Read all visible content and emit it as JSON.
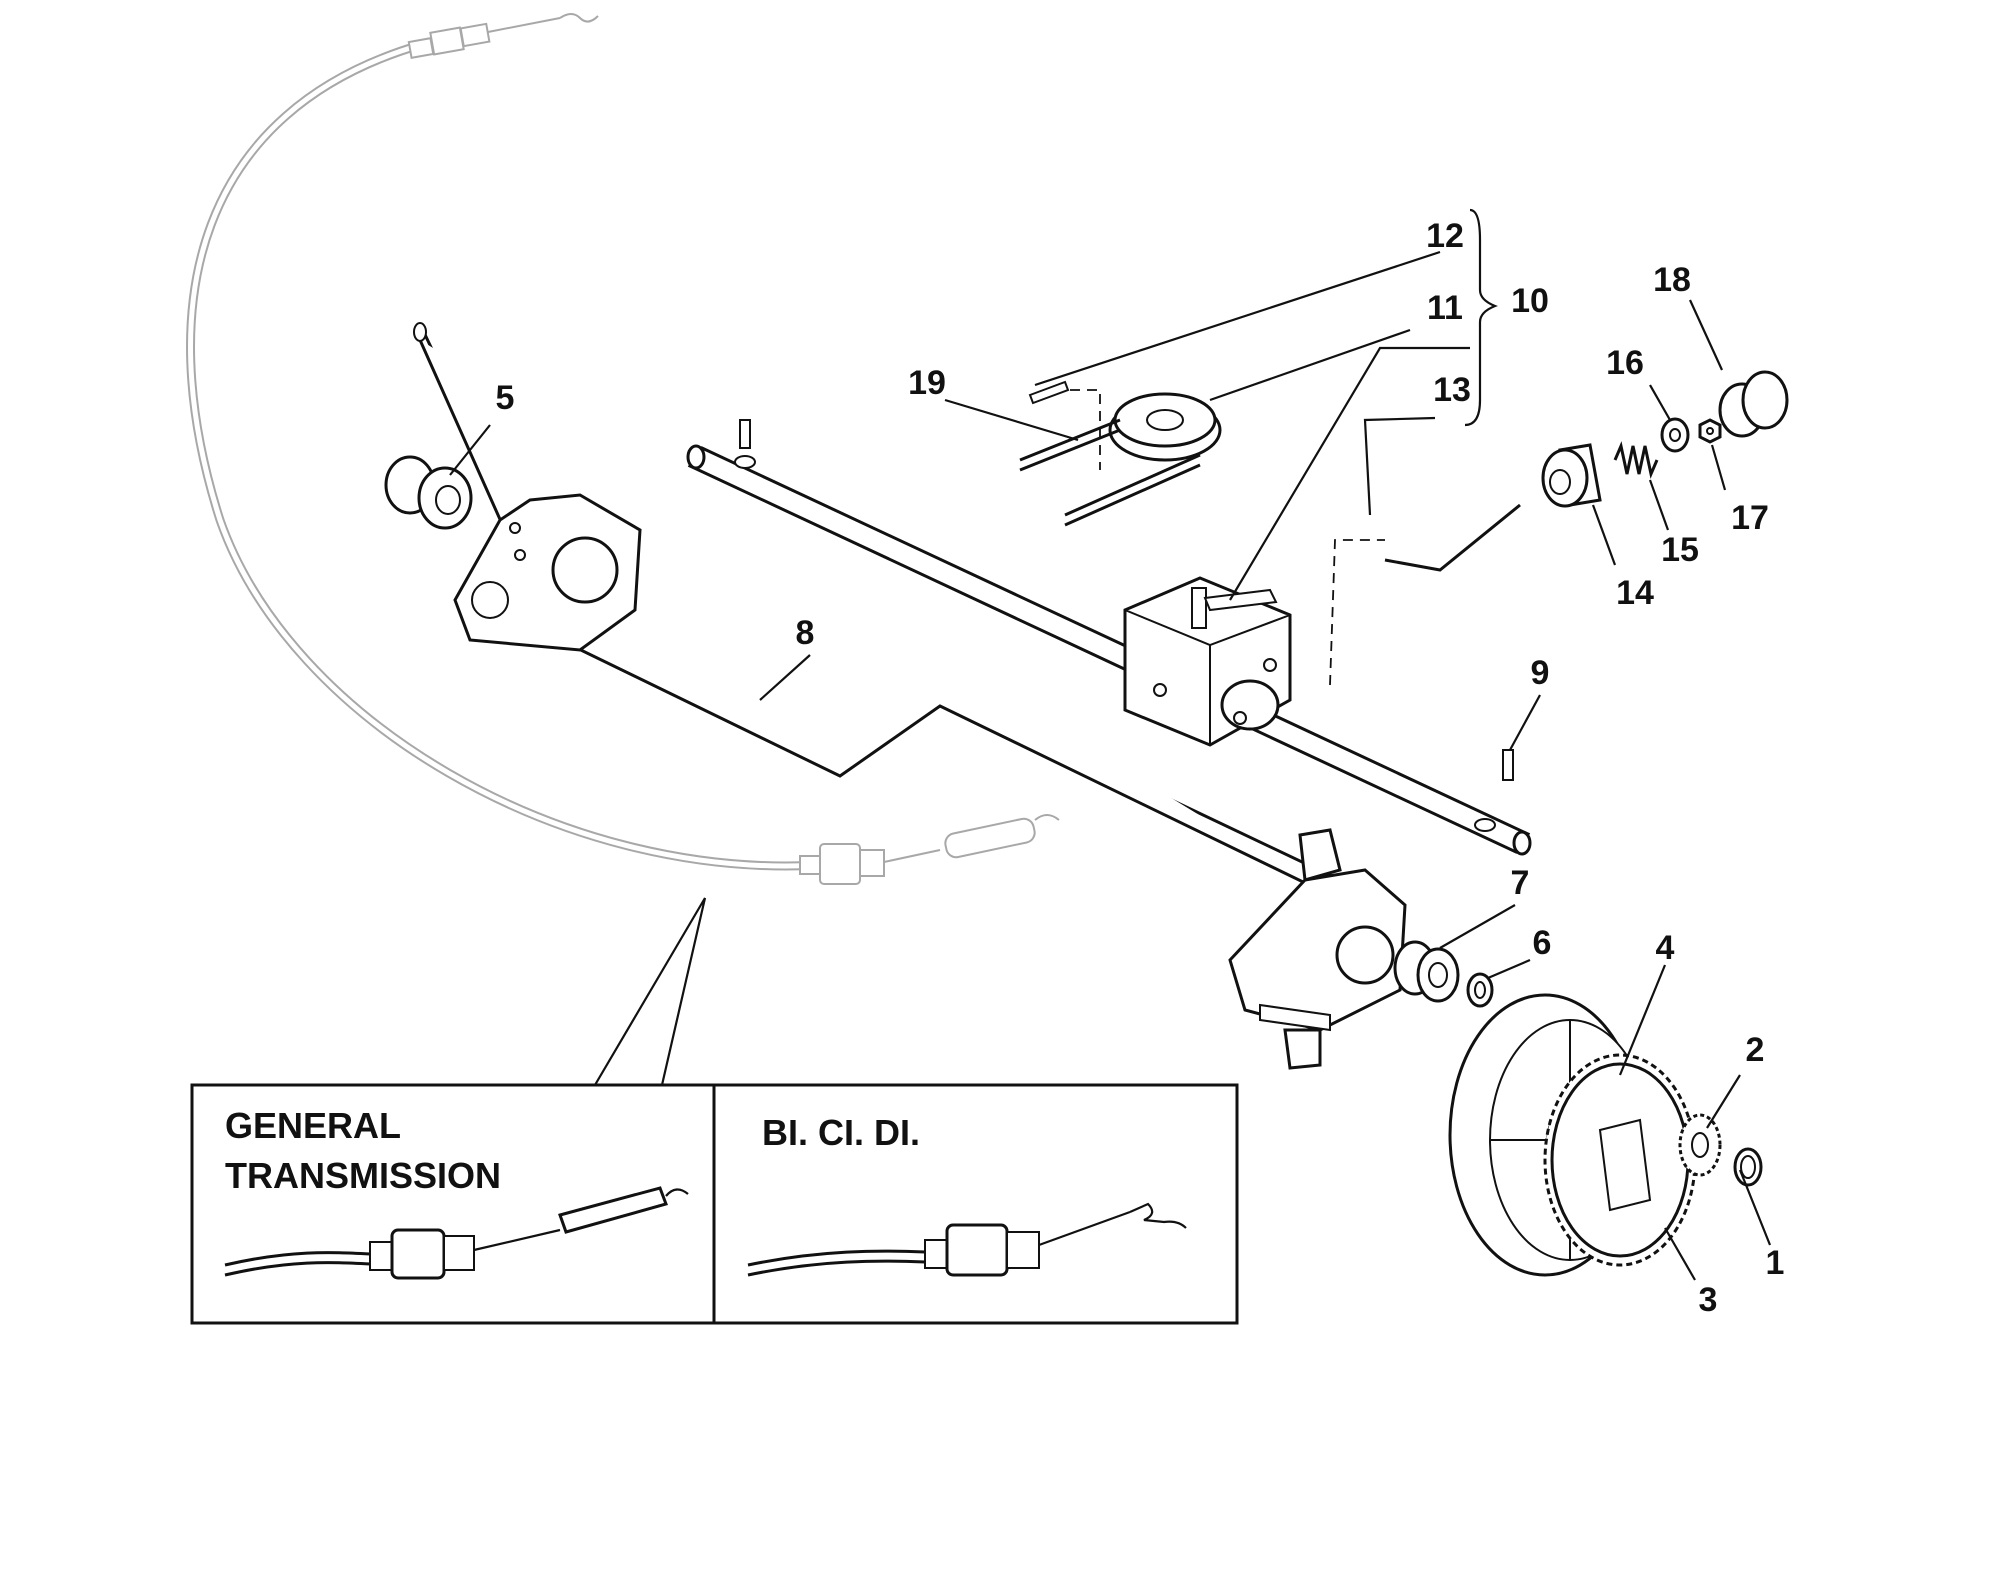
{
  "part_labels": [
    {
      "id": "1",
      "text": "1"
    },
    {
      "id": "2",
      "text": "2"
    },
    {
      "id": "3",
      "text": "3"
    },
    {
      "id": "4",
      "text": "4"
    },
    {
      "id": "5",
      "text": "5"
    },
    {
      "id": "6",
      "text": "6"
    },
    {
      "id": "7",
      "text": "7"
    },
    {
      "id": "8",
      "text": "8"
    },
    {
      "id": "9",
      "text": "9"
    },
    {
      "id": "10",
      "text": "10"
    },
    {
      "id": "11",
      "text": "11"
    },
    {
      "id": "12",
      "text": "12"
    },
    {
      "id": "13",
      "text": "13"
    },
    {
      "id": "14",
      "text": "14"
    },
    {
      "id": "15",
      "text": "15"
    },
    {
      "id": "16",
      "text": "16"
    },
    {
      "id": "17",
      "text": "17"
    },
    {
      "id": "18",
      "text": "18"
    },
    {
      "id": "19",
      "text": "19"
    }
  ],
  "inset": {
    "left_title_line1": "GENERAL",
    "left_title_line2": "TRANSMISSION",
    "right_title": "BI. CI. DI."
  }
}
